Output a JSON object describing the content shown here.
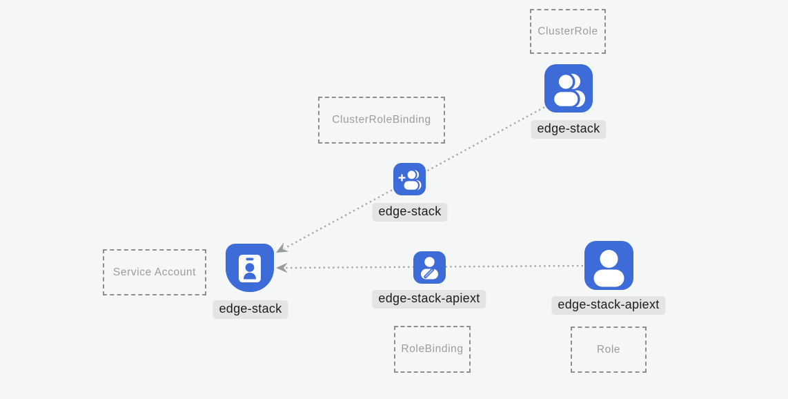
{
  "type_boxes": {
    "cluster_role": "ClusterRole",
    "cluster_role_binding": "ClusterRoleBinding",
    "service_account": "Service Account",
    "role_binding": "RoleBinding",
    "role": "Role"
  },
  "entities": {
    "cluster_role": {
      "name": "edge-stack",
      "icon": "users-icon"
    },
    "cluster_role_binding": {
      "name": "edge-stack",
      "icon": "user-add-icon"
    },
    "service_account": {
      "name": "edge-stack",
      "icon": "id-badge-icon"
    },
    "role_binding": {
      "name": "edge-stack-apiext",
      "icon": "user-edit-icon"
    },
    "role": {
      "name": "edge-stack-apiext",
      "icon": "user-icon"
    }
  },
  "connectors": [
    {
      "from": "cluster_role",
      "through": "cluster_role_binding",
      "to": "service_account",
      "style": "dotted-arrow"
    },
    {
      "from": "role",
      "through": "role_binding",
      "to": "service_account",
      "style": "dotted-arrow"
    }
  ],
  "colors": {
    "background": "#f5f6f6",
    "icon_blue": "#3d6bd8",
    "label_bg": "#e4e4e4",
    "label_text": "#1c1c1c",
    "box_border": "#8d8d8d",
    "box_text": "#9c9c9c",
    "connector_dots": "#a6a6a6",
    "arrowhead": "#9b9b9b"
  }
}
